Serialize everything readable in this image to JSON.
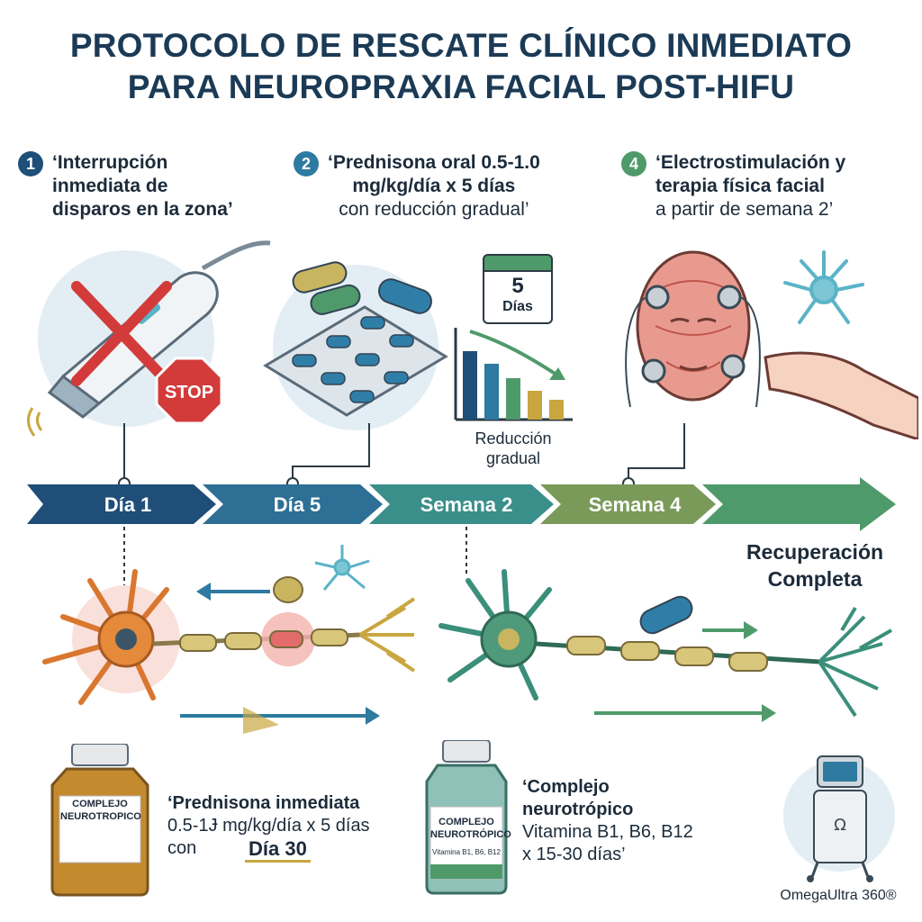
{
  "title": {
    "line1": "PROTOCOLO DE RESCATE CLÍNICO INMEDIATO",
    "line2": "PARA NEUROPRAXIA FACIAL POST-HIFU"
  },
  "steps": [
    {
      "number": "1",
      "lines": [
        "‘Interrupción",
        "inmediata de",
        "disparos en la zona’"
      ],
      "color": "#1f4e79"
    },
    {
      "number": "2",
      "lines": [
        "‘Prednisona oral 0.5-1.0",
        "mg/kg/día x 5 días",
        "con reducción gradual’"
      ],
      "color": "#2e7aa0"
    },
    {
      "number": "4",
      "lines": [
        "‘Electrostimulación y",
        "terapia física facial",
        "a partir de semana 2’"
      ],
      "color": "#4f9a6a"
    }
  ],
  "stop_sign": "STOP",
  "calendar": {
    "value": "5",
    "unit": "Días"
  },
  "bar_caption": {
    "line1": "Reducción",
    "line2": "gradual"
  },
  "timeline": [
    "Día 1",
    "Día 5",
    "Semana 2",
    "Semana 4"
  ],
  "recovery": {
    "line1": "Recuperación",
    "line2": "Completa"
  },
  "left_bottle": {
    "line1": "COMPLEJO",
    "line2": "NEUROTROPICO"
  },
  "left_text": {
    "line1": "‘Prednisona inmediata",
    "line2": "0.5-1Ɉ mg/kg/día x 5 días",
    "line3": "con",
    "highlight": "Día 30"
  },
  "mid_bottle": {
    "line1": "COMPLEJO",
    "line2": "NEUROTRÓPICO",
    "line3": "Vitamina B1, B6, B12"
  },
  "mid_text": {
    "line1": "‘Complejo",
    "line2": "neurotrópico",
    "line3": "Vitamina B1, B6, B12",
    "line4": "x 15-30 días’"
  },
  "device_label": "OmegaUltra 360®",
  "device_symbol": "Ω",
  "colors": {
    "navy": "#1f4e79",
    "teal": "#2e7aa0",
    "sea": "#3a8f8a",
    "olive": "#7a9a5a",
    "green": "#4f9a6a",
    "pill_blue": "#2f7ea8",
    "pill_gold": "#c9b560",
    "red": "#d33b3b"
  }
}
